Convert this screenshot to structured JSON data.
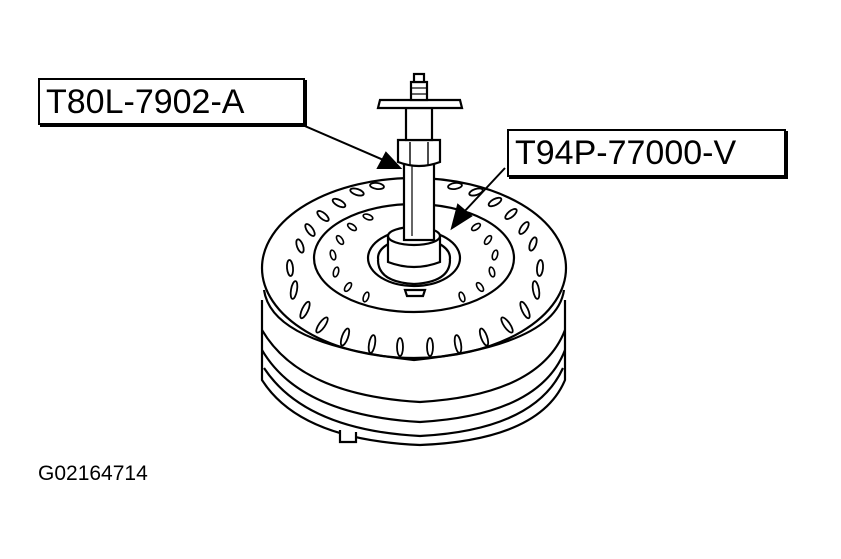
{
  "callouts": {
    "tool_a": "T80L-7902-A",
    "tool_b": "T94P-77000-V"
  },
  "figure_id": "G02164714",
  "colors": {
    "line": "#000000",
    "background": "#ffffff"
  }
}
